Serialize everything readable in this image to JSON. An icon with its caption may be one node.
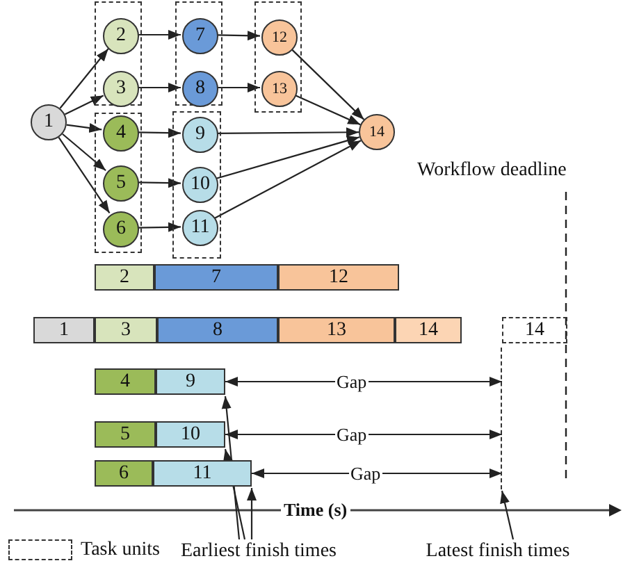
{
  "diagram": {
    "nodes": [
      {
        "text": [
          "1"
        ]
      },
      {
        "text": [],
        "shape": "box"
      },
      {
        "text": [
          "2"
        ],
        "in": 1
      },
      {
        "text": [
          "3"
        ],
        "in": 1
      },
      {
        "text": [],
        "shape": "box"
      },
      {
        "text": [
          "4"
        ],
        "in": 4
      },
      {
        "text": [
          "5"
        ],
        "in": 4
      },
      {
        "text": [
          "6"
        ],
        "in": 4
      },
      {
        "text": [],
        "shape": "box"
      },
      {
        "text": [
          "7"
        ],
        "in": 8
      },
      {
        "text": [
          "8"
        ],
        "in": 8
      },
      {
        "text": [],
        "shape": "box"
      },
      {
        "text": [
          "9"
        ],
        "in": 11
      },
      {
        "text": [
          "10"
        ],
        "in": 11
      },
      {
        "text": [
          "11"
        ],
        "in": 11
      },
      {
        "text": [],
        "shape": "box"
      },
      {
        "text": [
          "12"
        ],
        "in": 15
      },
      {
        "text": [
          "13"
        ],
        "in": 15
      },
      {
        "text": [
          "14"
        ]
      },
      {
        "text": [
          "2"
        ]
      },
      {
        "text": [
          "7"
        ]
      },
      {
        "text": [
          "12"
        ]
      },
      {
        "text": [
          "1"
        ]
      },
      {
        "text": [
          "3"
        ]
      },
      {
        "text": [
          "8"
        ]
      },
      {
        "text": [
          "13"
        ]
      },
      {
        "text": [
          "14"
        ]
      },
      {
        "text": [
          "14"
        ]
      },
      {
        "text": [
          "4"
        ]
      },
      {
        "text": [
          "9"
        ]
      },
      {
        "text": [
          "5"
        ]
      },
      {
        "text": [
          "10"
        ]
      },
      {
        "text": [
          "6"
        ]
      },
      {
        "text": [
          "11"
        ]
      },
      {
        "text": [
          "Earliest finish times"
        ]
      },
      {
        "text": [
          "Latest finish times"
        ]
      },
      {
        "text": [],
        "shape": "line"
      }
    ],
    "edges": [
      {
        "from": 0,
        "to": 2,
        "arrow": "to"
      },
      {
        "from": 0,
        "to": 3,
        "arrow": "to"
      },
      {
        "from": 0,
        "to": 5,
        "arrow": "to"
      },
      {
        "from": 0,
        "to": 6,
        "arrow": "to"
      },
      {
        "from": 0,
        "to": 7,
        "arrow": "to"
      },
      {
        "from": 2,
        "to": 9,
        "arrow": "to"
      },
      {
        "from": 3,
        "to": 10,
        "arrow": "to"
      },
      {
        "from": 5,
        "to": 12,
        "arrow": "to"
      },
      {
        "from": 6,
        "to": 13,
        "arrow": "to"
      },
      {
        "from": 7,
        "to": 14,
        "arrow": "to"
      },
      {
        "from": 9,
        "to": 16,
        "arrow": "to"
      },
      {
        "from": 10,
        "to": 17,
        "arrow": "to"
      },
      {
        "from": 16,
        "to": 18,
        "arrow": "to"
      },
      {
        "from": 17,
        "to": 18,
        "arrow": "to"
      },
      {
        "from": 12,
        "to": 18,
        "arrow": "to"
      },
      {
        "from": 13,
        "to": 18,
        "arrow": "to"
      },
      {
        "from": 14,
        "to": 18,
        "arrow": "to"
      },
      {
        "from": 29,
        "to": 36,
        "arrow": "both",
        "label": "Gap"
      },
      {
        "from": 31,
        "to": 36,
        "arrow": "both",
        "label": "Gap"
      },
      {
        "from": 33,
        "to": 36,
        "arrow": "both",
        "label": "Gap"
      },
      {
        "from": 34,
        "to": 29,
        "arrow": "to"
      },
      {
        "from": 34,
        "to": 31,
        "arrow": "to"
      },
      {
        "from": 34,
        "to": 33,
        "arrow": "to"
      },
      {
        "from": 35,
        "to": 36,
        "arrow": "to"
      }
    ],
    "labels": [
      "Workflow deadline",
      "Time (s)"
    ],
    "legend": [
      {
        "text": "Task units"
      }
    ]
  }
}
